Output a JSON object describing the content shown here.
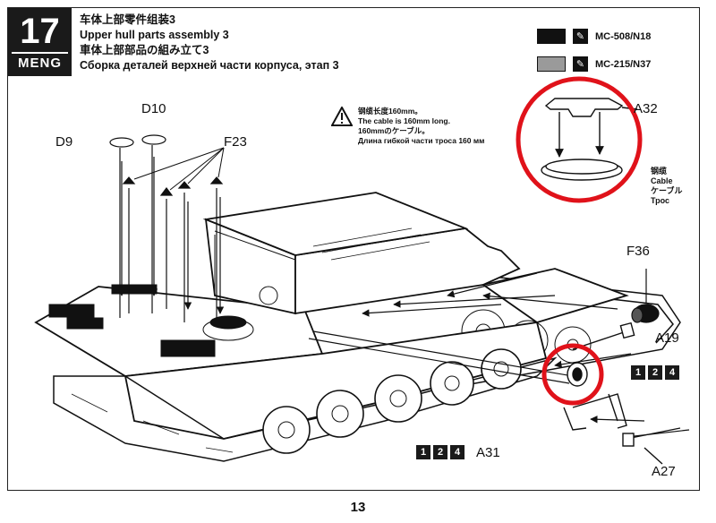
{
  "step": {
    "number": "17",
    "brand": "MENG"
  },
  "titles": [
    "车体上部零件组装3",
    "Upper hull parts assembly 3",
    "車体上部部品の組み立て3",
    "Сборка деталей верхней части корпуса, этап 3"
  ],
  "paints": [
    {
      "code": "MC-508/N18",
      "color": "#111111"
    },
    {
      "code": "MC-215/N37",
      "color": "#9a9a9a"
    }
  ],
  "warning": [
    "钢缆长度160mm。",
    "The cable is 160mm long.",
    "160mmのケーブル。",
    "Длина гибкой части троса 160 мм"
  ],
  "cable_labels": [
    "钢缆",
    "Cable",
    "ケーブル",
    "Трос"
  ],
  "part_labels": {
    "d10": "D10",
    "d9": "D9",
    "f23": "F23",
    "a32": "A32",
    "f36": "F36",
    "a19": "A19",
    "a31": "A31",
    "a27": "A27"
  },
  "sequence_right": [
    "1",
    "2",
    "4"
  ],
  "sequence_left": [
    "1",
    "2",
    "4"
  ],
  "page_number": "13",
  "highlight_color": "#e0121a"
}
